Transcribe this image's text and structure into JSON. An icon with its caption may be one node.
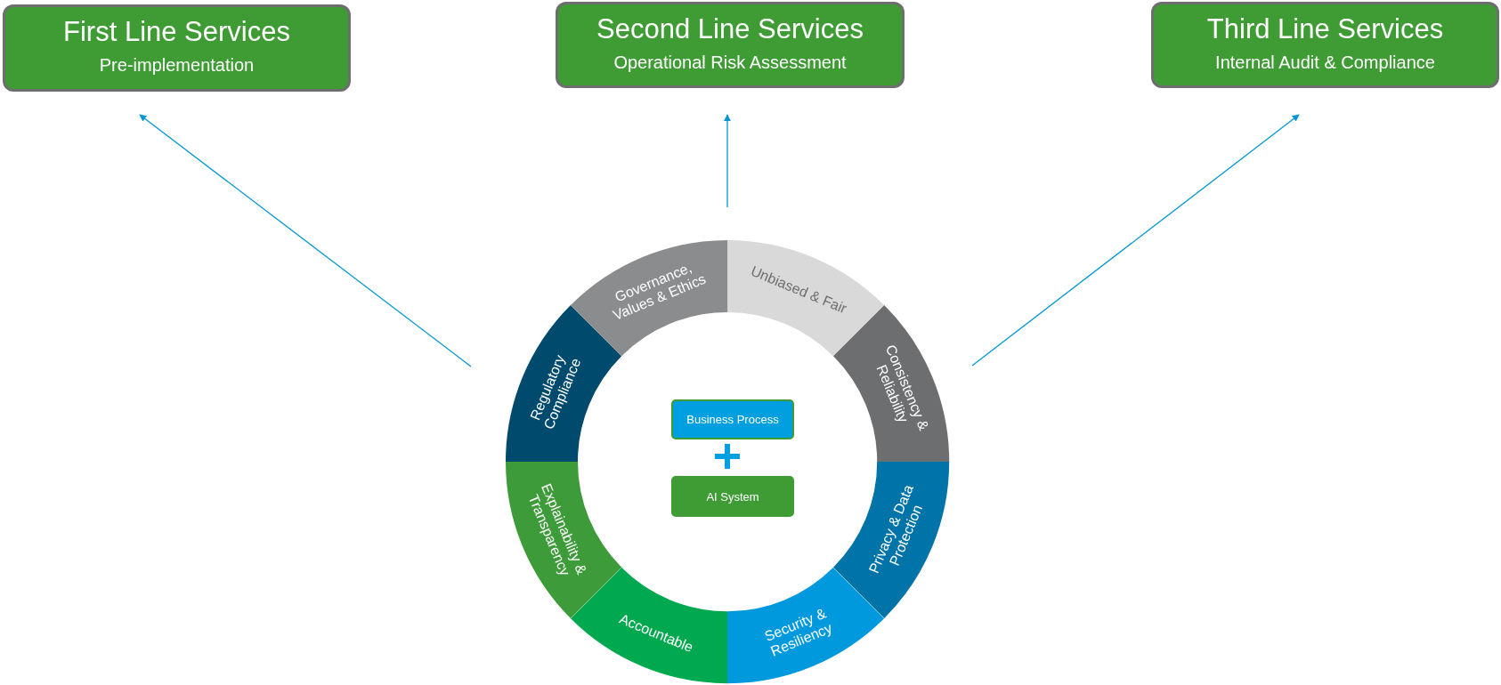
{
  "diagram": {
    "nodes": [
      {
        "text": [
          "First Line Services",
          "Pre-implementation"
        ]
      },
      {
        "text": [
          "Second Line Services",
          "Operational Risk Assessment"
        ]
      },
      {
        "text": [
          "Third Line Services",
          "Internal Audit & Compliance"
        ]
      },
      {
        "text": [
          "Unbiased & Fair"
        ]
      },
      {
        "text": [
          "Consistency & Reliability"
        ]
      },
      {
        "text": [
          "Privacy & Data Protection"
        ]
      },
      {
        "text": [
          "Security & Resiliency"
        ]
      },
      {
        "text": [
          "Accountable"
        ]
      },
      {
        "text": [
          "Explainability & Transparency"
        ]
      },
      {
        "text": [
          "Regulatory Compliance"
        ]
      },
      {
        "text": [
          "Governance, Values & Ethics"
        ]
      },
      {
        "text": [
          "Business Process"
        ]
      },
      {
        "text": [
          "AI System"
        ]
      }
    ],
    "edges": [
      {
        "from": null,
        "to": 0,
        "arrow": "to"
      },
      {
        "from": null,
        "to": 1,
        "arrow": "to"
      },
      {
        "from": null,
        "to": 2,
        "arrow": "to"
      }
    ]
  }
}
